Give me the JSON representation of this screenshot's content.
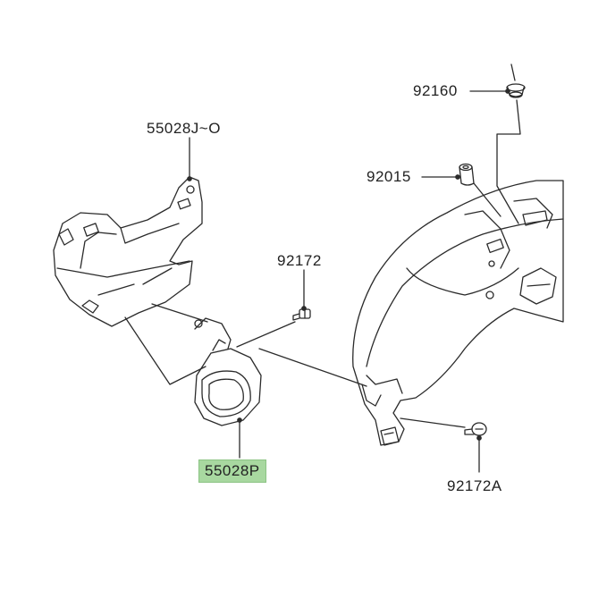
{
  "parts": {
    "p1": "92160",
    "p2": "55028J~O",
    "p3": "92015",
    "p4": "92172",
    "p5": "55028P",
    "p6": "92172A"
  },
  "colors": {
    "line": "#2b2b2b",
    "highlight": "#a8d8a0",
    "text": "#222222"
  }
}
